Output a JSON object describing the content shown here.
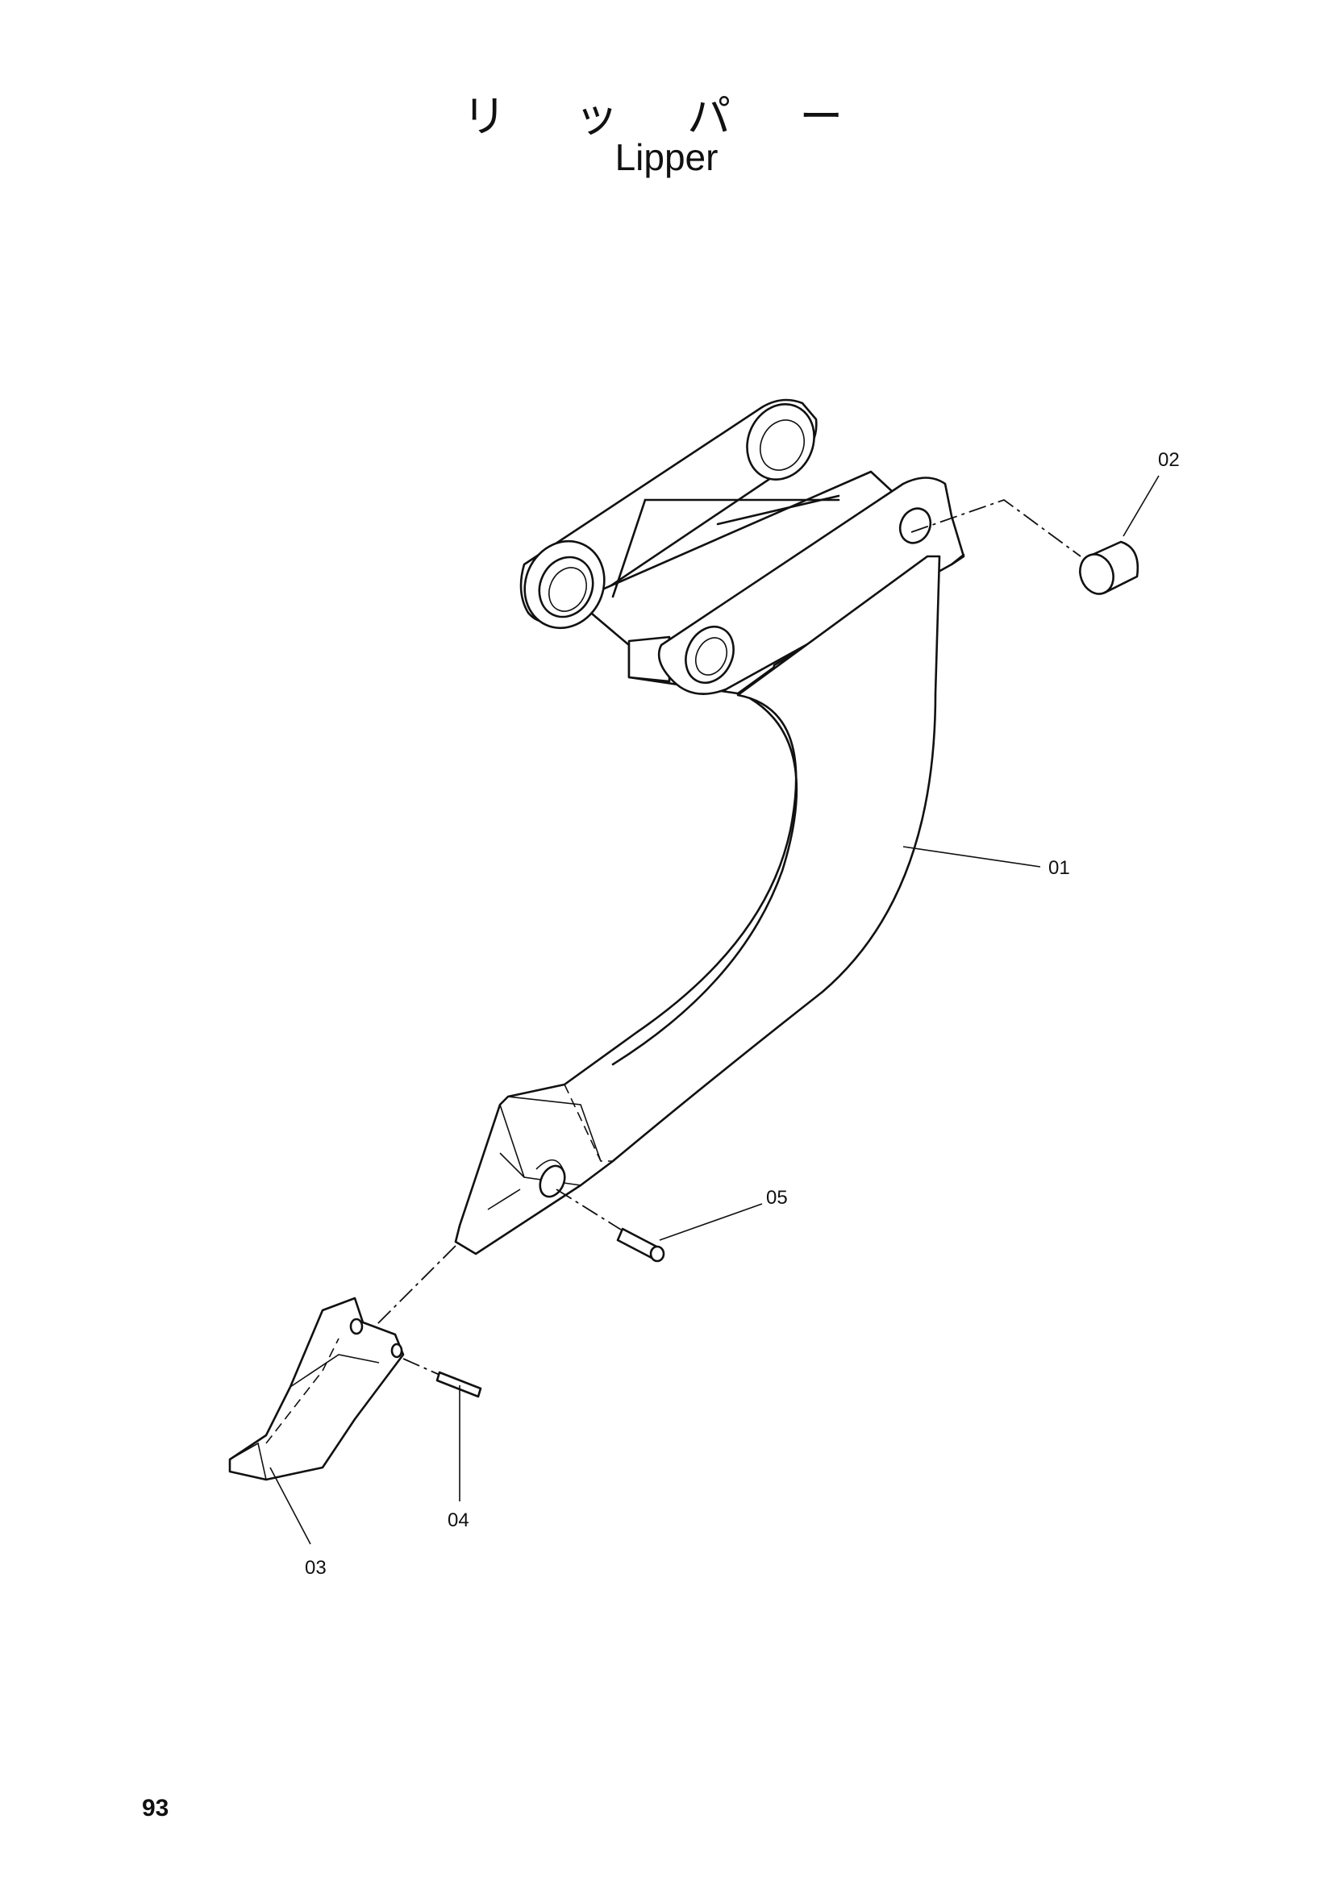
{
  "title": {
    "japanese": "リ ッ パ ー",
    "english": "Lipper"
  },
  "callouts": [
    {
      "id": "01",
      "label": "01"
    },
    {
      "id": "02",
      "label": "02"
    },
    {
      "id": "03",
      "label": "03"
    },
    {
      "id": "04",
      "label": "04"
    },
    {
      "id": "05",
      "label": "05"
    }
  ],
  "page_number": "93"
}
